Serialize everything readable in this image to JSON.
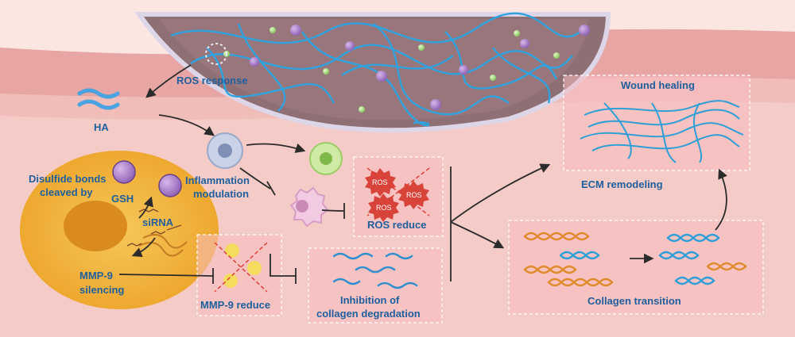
{
  "labels": {
    "ros_response": "ROS response",
    "ha": "HA",
    "disulfide_bonds_line1": "Disulfide bonds",
    "disulfide_bonds_line2": "cleaved by",
    "gsh": "GSH",
    "sirna": "siRNA",
    "mmp9_silencing_line1": "MMP-9",
    "mmp9_silencing_line2": "silencing",
    "inflammation_line1": "Inflammation",
    "inflammation_line2": "modulation",
    "ros_reduce": "ROS reduce",
    "mmp9_reduce": "MMP-9 reduce",
    "inhibition_line1": "Inhibition of",
    "inhibition_line2": "collagen degradation",
    "wound_healing": "Wound healing",
    "ecm_remodeling": "ECM remodeling",
    "collagen_transition": "Collagen transition",
    "ros_badge": "ROS"
  },
  "colors": {
    "label_blue": "#1f5f9e",
    "skin_pink": "#f3c9c4",
    "fiber_blue": "#2f9fd8",
    "collagen_orange": "#e08a2c",
    "ros_red": "#d9443a"
  }
}
